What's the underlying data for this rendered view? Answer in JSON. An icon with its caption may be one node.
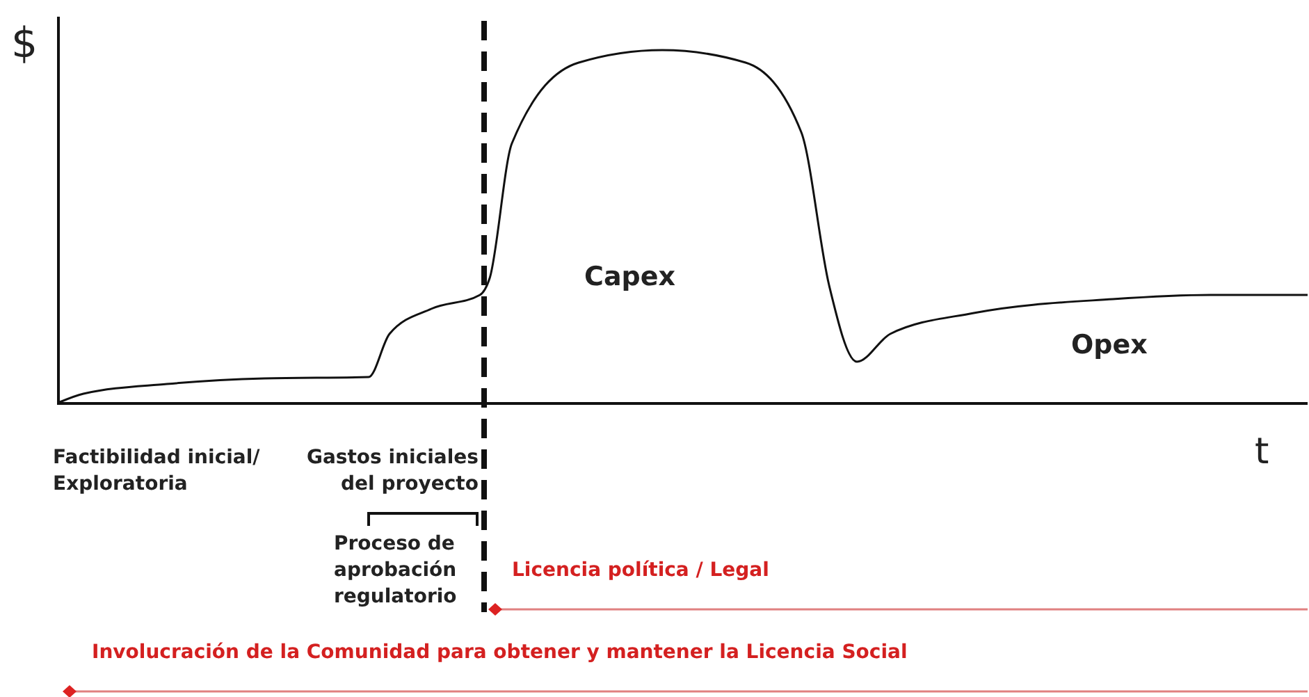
{
  "diagram": {
    "labels": [
      "$",
      "Capex",
      "Opex",
      "t",
      "Factibilidad inicial/ Exploratoria",
      "Gastos iniciales del proyecto",
      "Proceso de aprobación regulatorio",
      "Licencia política / Legal",
      "Involucración de la Comunidad para obtener y mantener la Licencia Social"
    ]
  }
}
